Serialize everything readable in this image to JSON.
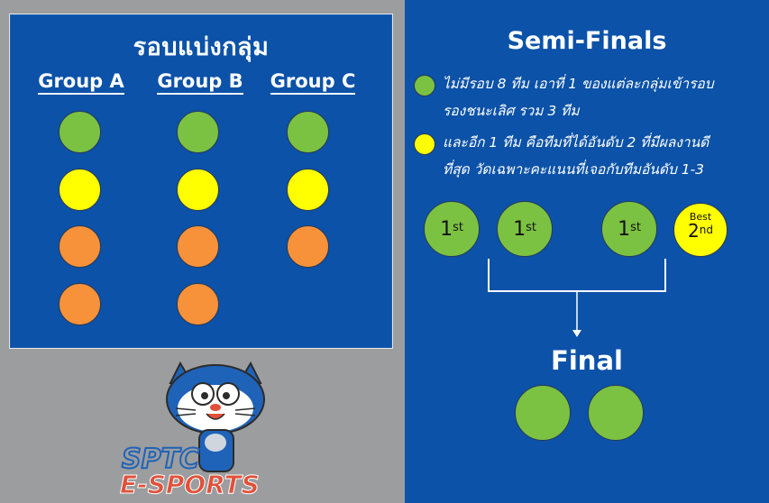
{
  "groups": {
    "title": "รอบแบ่งกลุ่ม",
    "columns": [
      {
        "label": "Group A",
        "slots": [
          "green",
          "yellow",
          "orange",
          "orange"
        ]
      },
      {
        "label": "Group B",
        "slots": [
          "green",
          "yellow",
          "orange",
          "orange"
        ]
      },
      {
        "label": "Group C",
        "slots": [
          "green",
          "yellow",
          "orange"
        ]
      }
    ]
  },
  "semifinals": {
    "title": "Semi-Finals",
    "rules": [
      {
        "color": "green",
        "line1": "ไม่มีรอบ 8 ทีม เอาที่ 1 ของแต่ละกลุ่มเข้ารอบ",
        "line2": "รองชนะเลิศ รวม 3 ทีม"
      },
      {
        "color": "yellow",
        "line1": "และอีก 1 ทีม คือทีมที่ได้อันดับ 2 ที่มีผลงานดี",
        "line2": "ที่สุด วัดเฉพาะคะแนนที่เจอกับทีมอันดับ 1-3"
      }
    ],
    "seeds": [
      {
        "num": "1",
        "sup": "st"
      },
      {
        "num": "1",
        "sup": "st"
      },
      {
        "num": "1",
        "sup": "st"
      }
    ],
    "best_seed": {
      "prefix": "Best",
      "num": "2",
      "sup": "nd"
    }
  },
  "final": {
    "title": "Final"
  },
  "logo": {
    "text": "SPTC E-SPORTS"
  },
  "colors": {
    "green": "#7cc242",
    "yellow": "#ffff00",
    "orange": "#f7923a",
    "panel_blue": "#0b52a8",
    "gray_bg": "#9c9d9f"
  }
}
